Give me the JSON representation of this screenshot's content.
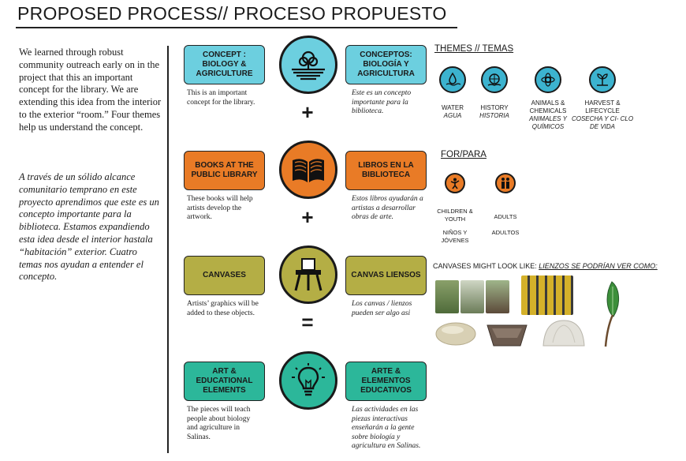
{
  "title": "PROPOSED PROCESS// PROCESO PROPUESTO",
  "intro_en": "We learned through robust community outreach early on in the project that this an important concept for the library. We are extending this idea from the interior to the exterior “room.”  Four themes help us understand the concept.",
  "intro_es": "A través de un sólido alcance comunitario temprano en este proyecto aprendimos que este es un concepto importante para la biblioteca. Estamos expandiendo esta idea desde el interior hastala “habitación” exterior. Cuatro temas nos ayudan a entender el concepto.",
  "rows": [
    {
      "label_en": "CONCEPT : BIOLOGY & AGRICULTURE",
      "label_es": "CONCEPTOS: BIOLOGÍA Y AGRICULTURA",
      "desc_en": "This is an important concept for the library.",
      "desc_es": "Este es un concepto importante para la biblioteca.",
      "icon": "tree-field-icon",
      "color": "#6ccfdf"
    },
    {
      "label_en": "BOOKS AT THE PUBLIC LIBRARY",
      "label_es": "LIBROS EN LA BIBLIOTECA",
      "desc_en": "These books will help artists develop the artwork.",
      "desc_es": "Estos libros ayudarán a artistas a desarrollar obras de arte.",
      "icon": "open-book-icon",
      "color": "#e97b26"
    },
    {
      "label_en": "CANVASES",
      "label_es": "CANVAS LIENSOS",
      "desc_en": "Artists’ graphics will be added to these objects.",
      "desc_es": "Los canvas / lienzos pueden ser algo asi",
      "icon": "easel-icon",
      "color": "#b4ae45"
    },
    {
      "label_en": "ART & EDUCATIONAL ELEMENTS",
      "label_es": "ARTE & ELEMENTOS EDUCATIVOS",
      "desc_en": "The pieces will teach people about biology and agriculture in Salinas.",
      "desc_es": "Las actividades en las piezas interactivas enseñarán a la gente sobre biología y agricultura en Salinas.",
      "icon": "lightbulb-icon",
      "color": "#2cb79a"
    }
  ],
  "operators": [
    "+",
    "+",
    "="
  ],
  "themes_heading": "THEMES // TEMAS",
  "themes": [
    {
      "en": "WATER",
      "es": "AGUA",
      "icon": "water-drops-icon"
    },
    {
      "en": "HISTORY",
      "es": "HISTORIA",
      "icon": "globe-book-icon"
    },
    {
      "en": "ANIMALS & CHEMICALS",
      "es": "ANIMALES Y QUÍMICOS",
      "icon": "flower-atom-icon"
    },
    {
      "en": "HARVEST & LIFECYCLE",
      "es": "COSECHA Y CI- CLO DE VIDA",
      "icon": "sprout-icon"
    }
  ],
  "for_heading": "FOR/PARA",
  "for_groups": [
    {
      "en": "CHILDREN & YOUTH",
      "es": "NIÑOS Y JÓVENES",
      "icon": "child-icon"
    },
    {
      "en": "ADULTS",
      "es": "ADULTOS",
      "icon": "adults-icon"
    }
  ],
  "canvas_heading_en": "CANVASES MIGHT LOOK LIKE:",
  "canvas_heading_es": "LIENZOS SE PODRÍAN VER COMO:"
}
